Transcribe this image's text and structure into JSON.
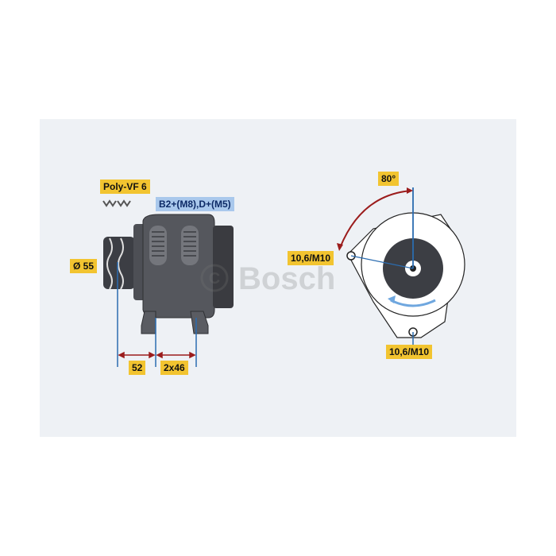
{
  "labels": {
    "belt": "Poly-VF 6",
    "terminals": "B2+(M8),D+(M5)",
    "pulley_diameter": "Ø 55",
    "dim_a": "52",
    "dim_b": "2x46",
    "angle": "80°",
    "mount_left": "10,6/M10",
    "mount_bottom": "10,6/M10"
  },
  "watermark": "© Bosch",
  "colors": {
    "label_yellow": "#f2c430",
    "label_blue": "#a9c8ec",
    "dimension_line": "#2b6cb0",
    "arc": "#9b1c1c",
    "body": "#4d4f55"
  }
}
